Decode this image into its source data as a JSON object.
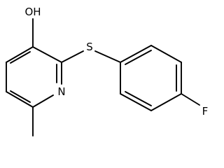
{
  "molecule": {
    "atoms": {
      "hydroxyl": "OH",
      "sulfur": "S",
      "nitrogen": "N",
      "fluorine": "F"
    }
  }
}
